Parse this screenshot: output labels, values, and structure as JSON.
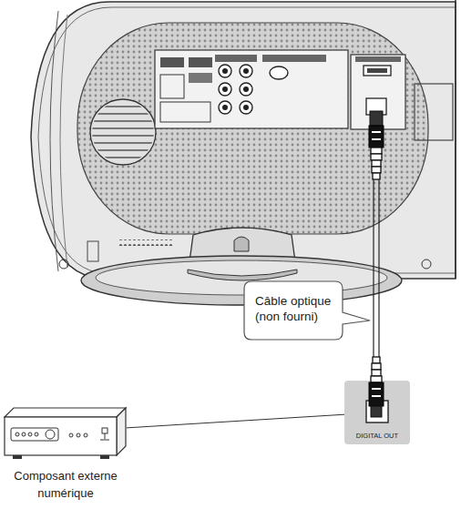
{
  "diagram": {
    "nodes": [
      {
        "text": [
          "Câble optique (non fourni)"
        ]
      },
      {
        "text": [
          "DIGITAL OUT"
        ]
      },
      {
        "text": [
          "Composant externe numérique"
        ]
      }
    ],
    "edges": [
      {
        "from": 2,
        "to": 1,
        "arrow": "none"
      }
    ]
  }
}
